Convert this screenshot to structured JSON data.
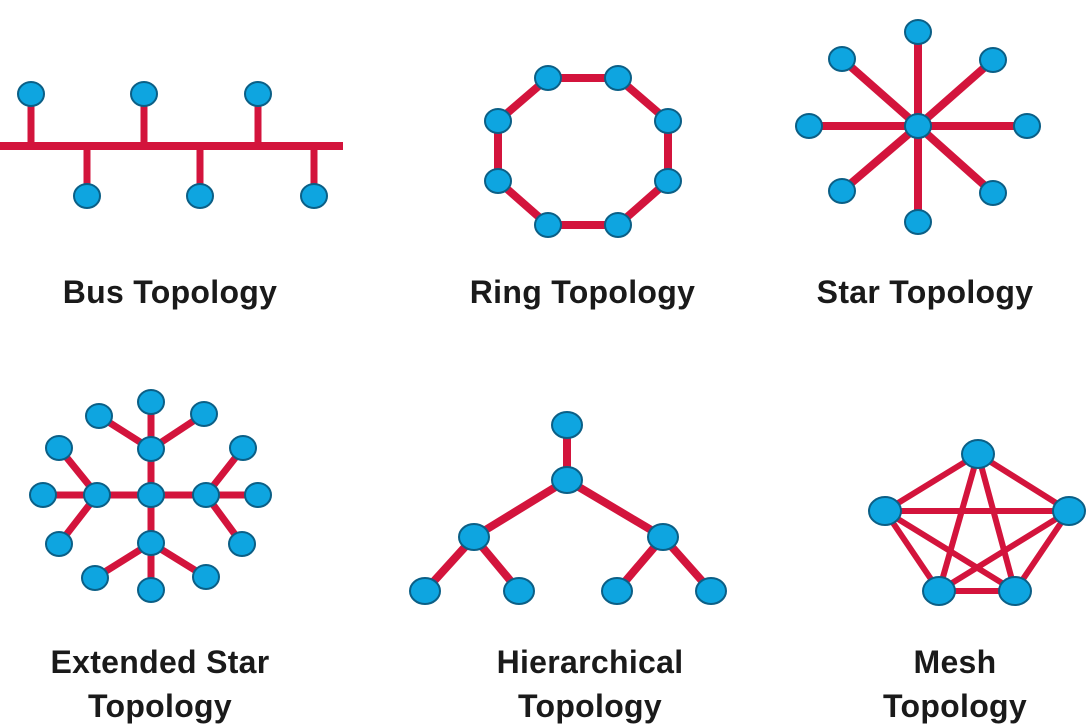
{
  "colors": {
    "link": "#d3143c",
    "node_fill": "#0ea5e0",
    "node_stroke": "#0b5f86",
    "text": "#1a1a1a"
  },
  "topologies": {
    "bus": {
      "label": "Bus Topology"
    },
    "ring": {
      "label": "Ring Topology"
    },
    "star": {
      "label": "Star Topology"
    },
    "extended_star": {
      "label_line1": "Extended Star",
      "label_line2": "Topology"
    },
    "hierarchical": {
      "label_line1": "Hierarchical",
      "label_line2": "Topology"
    },
    "mesh": {
      "label_line1": "Mesh",
      "label_line2": "Topology"
    }
  }
}
